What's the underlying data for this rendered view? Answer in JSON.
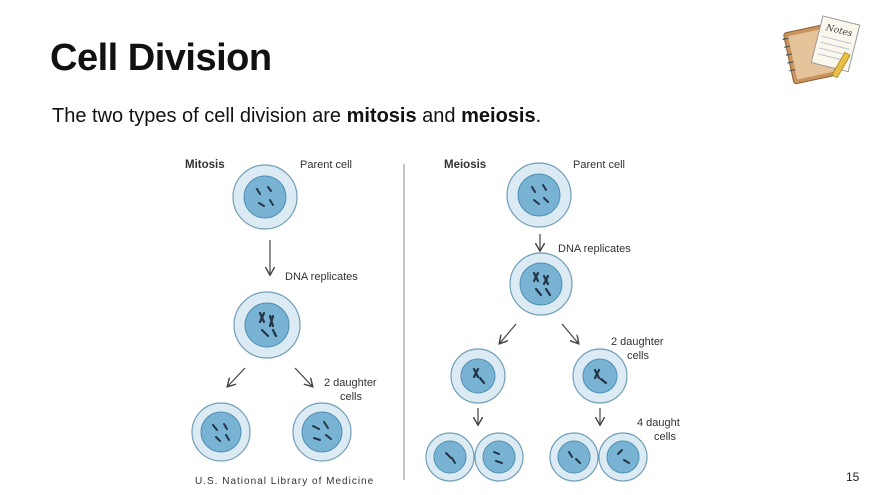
{
  "slide": {
    "title": "Cell Division",
    "subtitle_prefix": "The two types of cell division are ",
    "subtitle_term1": "mitosis",
    "subtitle_mid": " and ",
    "subtitle_term2": "meiosis",
    "subtitle_suffix": ".",
    "page_number": "15"
  },
  "notes_icon": {
    "label": "Notes"
  },
  "diagram": {
    "mitosis": {
      "heading": "Mitosis",
      "parent_label": "Parent cell",
      "replicate_label": "DNA replicates",
      "daughter_label_line1": "2 daughter",
      "daughter_label_line2": "cells"
    },
    "meiosis": {
      "heading": "Meiosis",
      "parent_label": "Parent cell",
      "replicate_label": "DNA replicates",
      "daughter2_label_line1": "2 daughter",
      "daughter2_label_line2": "cells",
      "daughter4_label_line1": "4 daughter",
      "daughter4_label_line2": "cells"
    },
    "credit": "U.S. National Library of Medicine"
  },
  "colors": {
    "cell_outer": "#dcebf3",
    "cell_outer_stroke": "#6f9db8",
    "nucleus": "#79b3d3",
    "nucleus_stroke": "#4f8fb3",
    "chromosome": "#243447"
  }
}
